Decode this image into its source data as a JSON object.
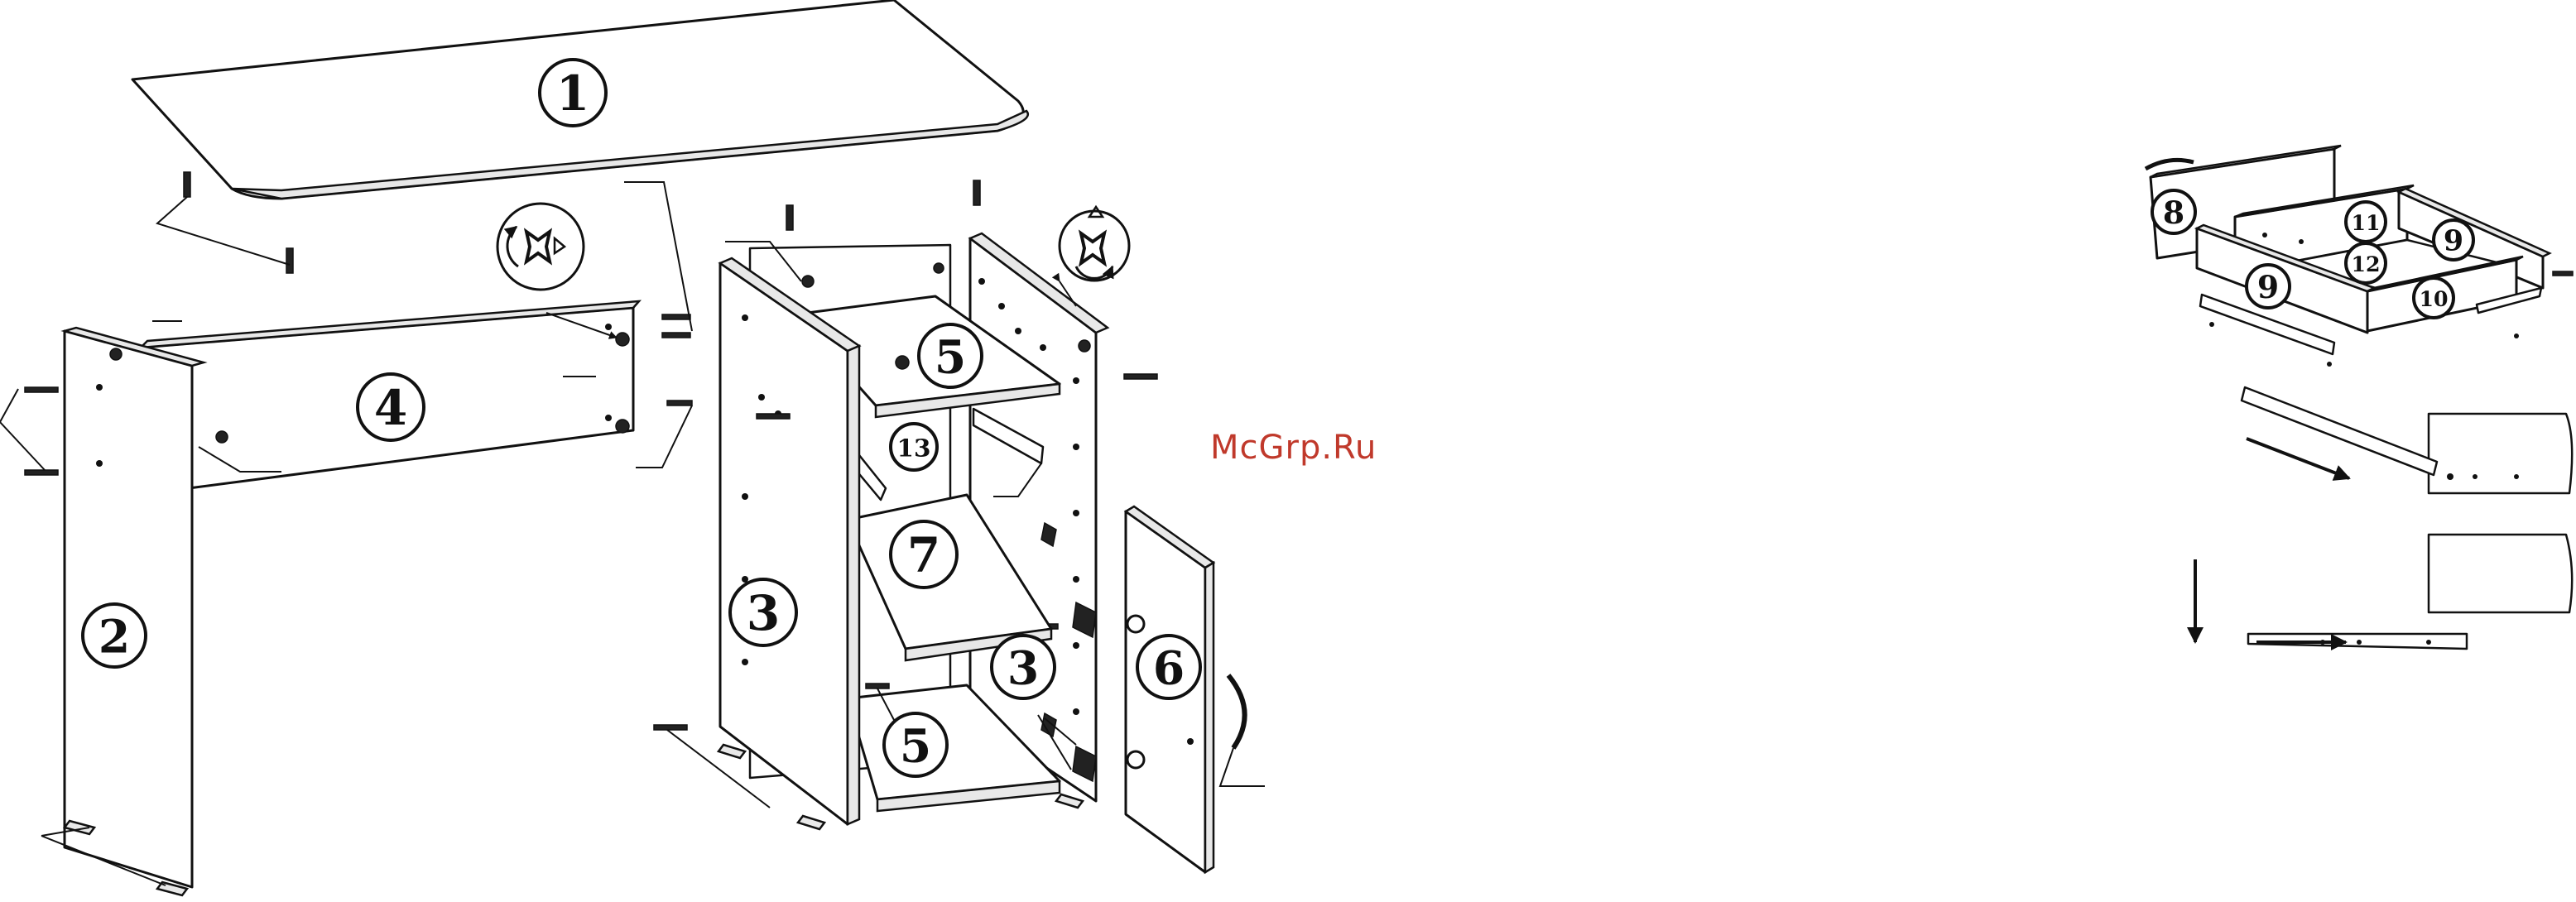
{
  "watermark": "McGrp.Ru",
  "colors": {
    "line": "#111111",
    "fill": "#ffffff",
    "watermark": "#c0392b"
  },
  "parts": [
    {
      "id": "1"
    },
    {
      "id": "2"
    },
    {
      "id": "3"
    },
    {
      "id": "3"
    },
    {
      "id": "4"
    },
    {
      "id": "5"
    },
    {
      "id": "5"
    },
    {
      "id": "6"
    },
    {
      "id": "7"
    },
    {
      "id": "8"
    },
    {
      "id": "9"
    },
    {
      "id": "9"
    },
    {
      "id": "10"
    },
    {
      "id": "11"
    },
    {
      "id": "12"
    },
    {
      "id": "13"
    }
  ],
  "icons": [
    "rotate-lock-symbol-icon",
    "lock-arrow-symbol-icon",
    "arrow-down-icon",
    "arrow-right-icon",
    "arrow-diagonal-icon"
  ]
}
